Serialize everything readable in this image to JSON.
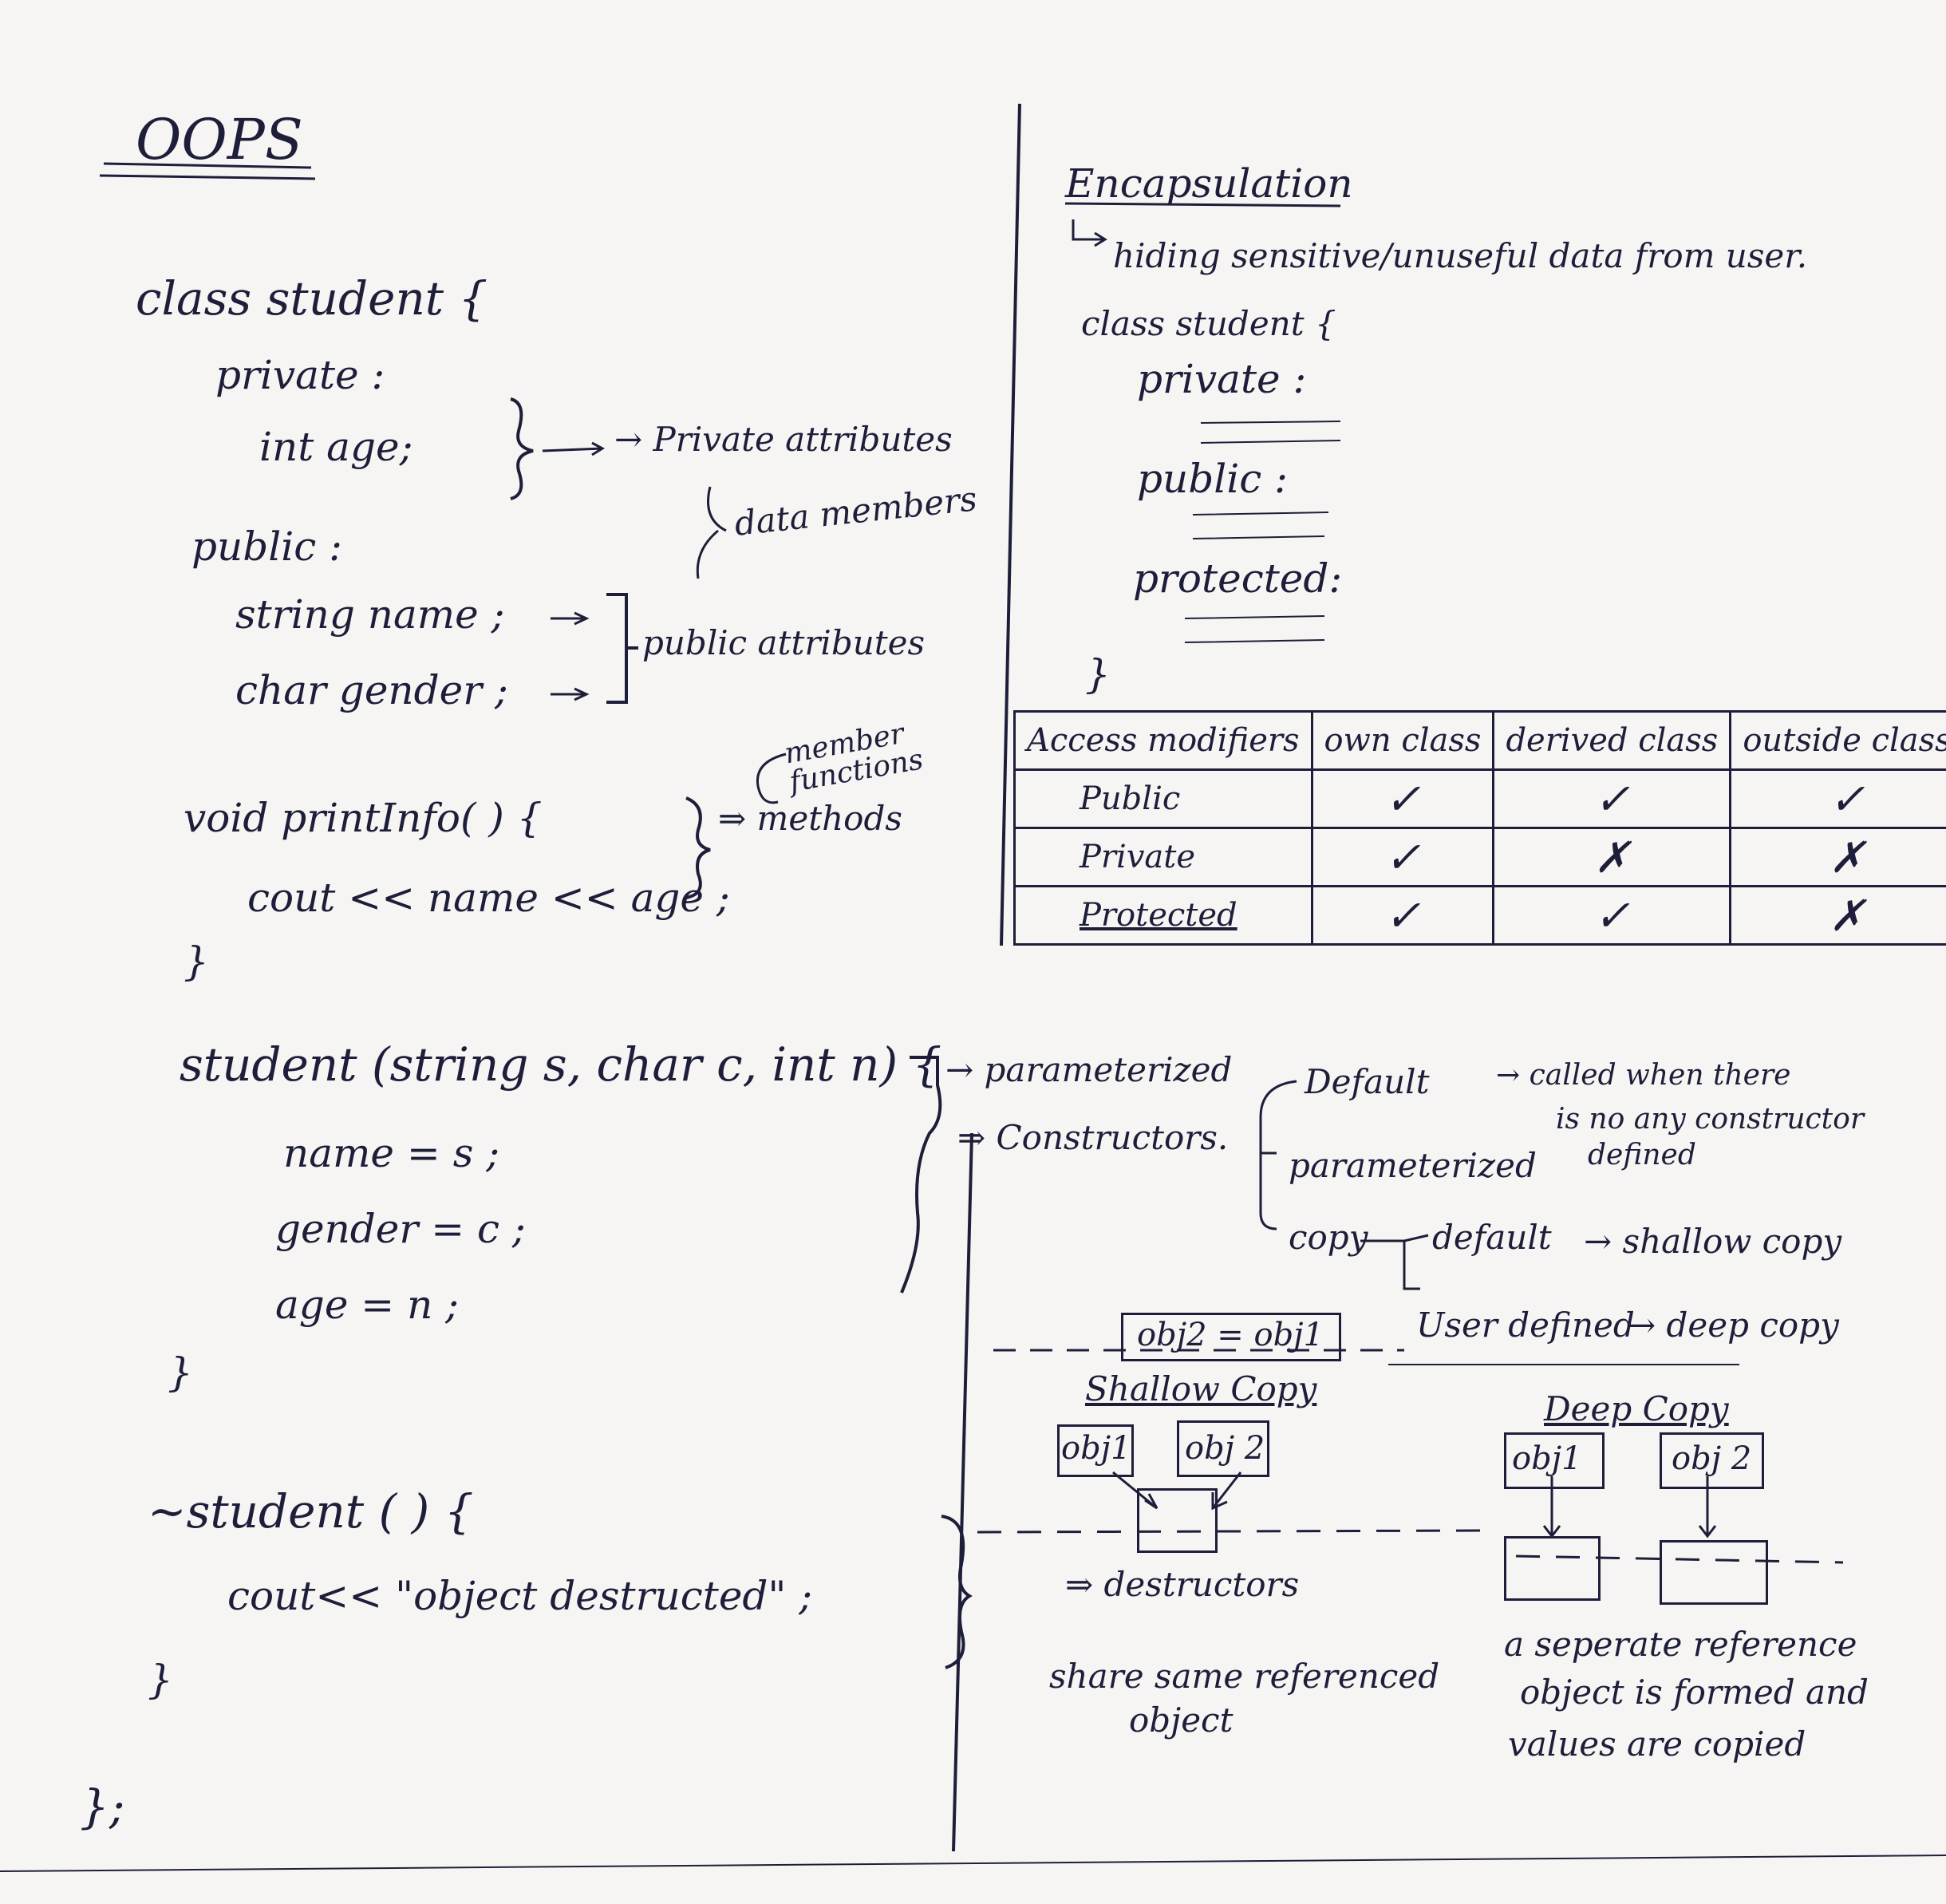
{
  "title": "OOPS",
  "code": {
    "class_open": "class student {",
    "private_label": "private :",
    "int_age": "int age;",
    "public_label": "public :",
    "string_name": "string name ;",
    "char_gender": "char gender ;",
    "void_print": "void  printInfo( ) {",
    "cout_line": "cout << name << age ;",
    "close_brace_1": "}",
    "ctor_sig": "student (string s, char c, int n) {",
    "name_assign": "name = s ;",
    "gender_assign": "gender = c ;",
    "age_assign": "age = n ;",
    "close_brace_2": "}",
    "dtor_sig": "~student ( ) {",
    "dtor_cout": "cout<< \"object destructed\" ;",
    "close_brace_3": "}",
    "class_close": "};"
  },
  "notes": {
    "private_attributes": "→ Private attributes",
    "data_members": "data members",
    "public_attributes": "public attributes",
    "member_functions": "member functions",
    "methods": "⇒ methods",
    "parameterized_note": "→ parameterized",
    "constructors": "⇒ Constructors.",
    "destructors": "⇒ destructors"
  },
  "constructors": {
    "default": "Default",
    "default_desc_1": "→ called when there",
    "default_desc_2": "is no any constructor",
    "default_desc_3": "defined",
    "parameterized": "parameterized",
    "copy": "copy",
    "copy_default": "default",
    "shallow_copy": "→ shallow copy",
    "user_defined": "User defined",
    "deep_copy": "→ deep copy"
  },
  "copy_diagram": {
    "assignment": "obj2 = obj1",
    "shallow_title": "Shallow Copy",
    "shallow_obj1": "obj1",
    "shallow_obj2": "obj 2",
    "shallow_desc_1": "share same referenced",
    "shallow_desc_2": "object",
    "deep_title": "Deep Copy",
    "deep_obj1": "obj1",
    "deep_obj2": "obj 2",
    "deep_desc_1": "a seperate reference",
    "deep_desc_2": "object is formed and",
    "deep_desc_3": "values are copied"
  },
  "encapsulation": {
    "title": "Encapsulation",
    "desc": "hiding sensitive/unuseful data from user.",
    "class_open": "class student {",
    "private_label": "private :",
    "public_label": "public :",
    "protected_label": "protected:",
    "close": "}"
  },
  "access_table": {
    "headers": [
      "Access modifiers",
      "own class",
      "derived class",
      "outside class"
    ],
    "rows": [
      {
        "name": "Public",
        "own": "✓",
        "derived": "✓",
        "outside": "✓"
      },
      {
        "name": "Private",
        "own": "✓",
        "derived": "✗",
        "outside": "✗"
      },
      {
        "name": "Protected",
        "own": "✓",
        "derived": "✓",
        "outside": "✗"
      }
    ]
  }
}
